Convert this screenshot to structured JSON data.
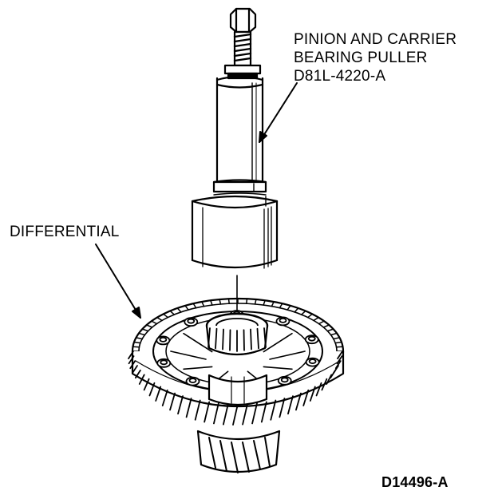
{
  "tool_label": {
    "line1": "PINION AND CARRIER",
    "line2": "BEARING PULLER",
    "line3": "D81L-4220-A"
  },
  "component_label": "DIFFERENTIAL",
  "figure_id": "D14496-A",
  "colors": {
    "ink": "#000000",
    "paper": "#ffffff"
  }
}
